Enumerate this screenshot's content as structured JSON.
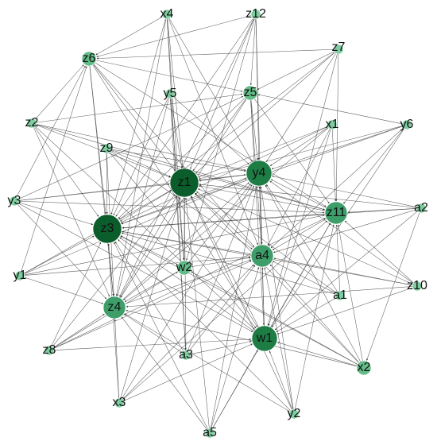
{
  "diagram": {
    "type": "directed-network",
    "nodes": [
      {
        "id": "x4",
        "label": "x4",
        "level": 1
      },
      {
        "id": "z12",
        "label": "z12",
        "level": 1
      },
      {
        "id": "z7",
        "label": "z7",
        "level": 1
      },
      {
        "id": "z6",
        "label": "z6",
        "level": 2
      },
      {
        "id": "y5",
        "label": "y5",
        "level": 1
      },
      {
        "id": "z5",
        "label": "z5",
        "level": 2
      },
      {
        "id": "z2",
        "label": "z2",
        "level": 1
      },
      {
        "id": "x1",
        "label": "x1",
        "level": 1
      },
      {
        "id": "y6",
        "label": "y6",
        "level": 1
      },
      {
        "id": "z9",
        "label": "z9",
        "level": 1
      },
      {
        "id": "z1",
        "label": "z1",
        "level": 5
      },
      {
        "id": "y4",
        "label": "y4",
        "level": 4
      },
      {
        "id": "y3",
        "label": "y3",
        "level": 1
      },
      {
        "id": "z11",
        "label": "z11",
        "level": 3
      },
      {
        "id": "a2",
        "label": "a2",
        "level": 1
      },
      {
        "id": "z3",
        "label": "z3",
        "level": 5
      },
      {
        "id": "a4",
        "label": "a4",
        "level": 3
      },
      {
        "id": "w2",
        "label": "w2",
        "level": 2
      },
      {
        "id": "y1",
        "label": "y1",
        "level": 1
      },
      {
        "id": "z10",
        "label": "z10",
        "level": 1
      },
      {
        "id": "a1",
        "label": "a1",
        "level": 1
      },
      {
        "id": "z4",
        "label": "z4",
        "level": 3
      },
      {
        "id": "w1",
        "label": "w1",
        "level": 4
      },
      {
        "id": "z8",
        "label": "z8",
        "level": 1
      },
      {
        "id": "a3",
        "label": "a3",
        "level": 1
      },
      {
        "id": "x2",
        "label": "x2",
        "level": 2
      },
      {
        "id": "x3",
        "label": "x3",
        "level": 1
      },
      {
        "id": "y2",
        "label": "y2",
        "level": 1
      },
      {
        "id": "a5",
        "label": "a5",
        "level": 1
      }
    ],
    "edges": [
      [
        "x4",
        "z1"
      ],
      [
        "x4",
        "z3"
      ],
      [
        "x4",
        "z4"
      ],
      [
        "x4",
        "w2"
      ],
      [
        "x4",
        "a4"
      ],
      [
        "x4",
        "y4"
      ],
      [
        "x4",
        "a3"
      ],
      [
        "x4",
        "z6"
      ],
      [
        "z12",
        "z1"
      ],
      [
        "z12",
        "z3"
      ],
      [
        "z12",
        "y4"
      ],
      [
        "z12",
        "z4"
      ],
      [
        "z12",
        "w2"
      ],
      [
        "z12",
        "z5"
      ],
      [
        "z12",
        "a4"
      ],
      [
        "z12",
        "z6"
      ],
      [
        "z7",
        "y4"
      ],
      [
        "z7",
        "z1"
      ],
      [
        "z7",
        "z11"
      ],
      [
        "z7",
        "w1"
      ],
      [
        "z7",
        "z3"
      ],
      [
        "z7",
        "z6"
      ],
      [
        "z7",
        "z5"
      ],
      [
        "z6",
        "z1"
      ],
      [
        "z6",
        "z3"
      ],
      [
        "z6",
        "z4"
      ],
      [
        "z6",
        "w1"
      ],
      [
        "z6",
        "a4"
      ],
      [
        "z6",
        "z5"
      ],
      [
        "z6",
        "z11"
      ],
      [
        "y5",
        "z1"
      ],
      [
        "y5",
        "z3"
      ],
      [
        "y5",
        "z4"
      ],
      [
        "y5",
        "w2"
      ],
      [
        "y5",
        "y4"
      ],
      [
        "y5",
        "a3"
      ],
      [
        "z5",
        "z1"
      ],
      [
        "z5",
        "z3"
      ],
      [
        "z5",
        "z4"
      ],
      [
        "z5",
        "y4"
      ],
      [
        "z5",
        "a4"
      ],
      [
        "z5",
        "w1"
      ],
      [
        "z5",
        "z11"
      ],
      [
        "z2",
        "z1"
      ],
      [
        "z2",
        "z3"
      ],
      [
        "z2",
        "z4"
      ],
      [
        "z2",
        "z5"
      ],
      [
        "z2",
        "y4"
      ],
      [
        "z2",
        "w1"
      ],
      [
        "z2",
        "z11"
      ],
      [
        "z2",
        "z6"
      ],
      [
        "x1",
        "z1"
      ],
      [
        "x1",
        "z3"
      ],
      [
        "x1",
        "y4"
      ],
      [
        "x1",
        "w1"
      ],
      [
        "x1",
        "a4"
      ],
      [
        "x1",
        "z11"
      ],
      [
        "x1",
        "z4"
      ],
      [
        "y6",
        "z1"
      ],
      [
        "y6",
        "y4"
      ],
      [
        "y6",
        "z11"
      ],
      [
        "y6",
        "a4"
      ],
      [
        "y6",
        "w1"
      ],
      [
        "y6",
        "z3"
      ],
      [
        "y6",
        "z5"
      ],
      [
        "z9",
        "z1"
      ],
      [
        "z9",
        "z3"
      ],
      [
        "z9",
        "y4"
      ],
      [
        "z9",
        "z11"
      ],
      [
        "z9",
        "w1"
      ],
      [
        "z9",
        "a4"
      ],
      [
        "z9",
        "z4"
      ],
      [
        "y3",
        "z1"
      ],
      [
        "y3",
        "z3"
      ],
      [
        "y3",
        "z4"
      ],
      [
        "y3",
        "y4"
      ],
      [
        "y3",
        "z11"
      ],
      [
        "y3",
        "w1"
      ],
      [
        "y3",
        "z6"
      ],
      [
        "y3",
        "z5"
      ],
      [
        "a2",
        "z1"
      ],
      [
        "a2",
        "y4"
      ],
      [
        "a2",
        "z11"
      ],
      [
        "a2",
        "a4"
      ],
      [
        "a2",
        "z3"
      ],
      [
        "a2",
        "w1"
      ],
      [
        "a2",
        "x2"
      ],
      [
        "y1",
        "z1"
      ],
      [
        "y1",
        "z3"
      ],
      [
        "y1",
        "z4"
      ],
      [
        "y1",
        "y4"
      ],
      [
        "y1",
        "a4"
      ],
      [
        "y1",
        "z6"
      ],
      [
        "y1",
        "z11"
      ],
      [
        "z10",
        "z1"
      ],
      [
        "z10",
        "z3"
      ],
      [
        "z10",
        "y4"
      ],
      [
        "z10",
        "a4"
      ],
      [
        "z10",
        "z11"
      ],
      [
        "z10",
        "w1"
      ],
      [
        "z10",
        "z4"
      ],
      [
        "a1",
        "z1"
      ],
      [
        "a1",
        "z3"
      ],
      [
        "a1",
        "y4"
      ],
      [
        "a1",
        "a4"
      ],
      [
        "a1",
        "z11"
      ],
      [
        "a1",
        "w1"
      ],
      [
        "z8",
        "z3"
      ],
      [
        "z8",
        "z4"
      ],
      [
        "z8",
        "w2"
      ],
      [
        "z8",
        "z1"
      ],
      [
        "z8",
        "a4"
      ],
      [
        "z8",
        "w1"
      ],
      [
        "z8",
        "z11"
      ],
      [
        "a3",
        "z1"
      ],
      [
        "a3",
        "z3"
      ],
      [
        "a3",
        "z4"
      ],
      [
        "a3",
        "w1"
      ],
      [
        "a3",
        "y4"
      ],
      [
        "a3",
        "a4"
      ],
      [
        "x2",
        "z1"
      ],
      [
        "x2",
        "z3"
      ],
      [
        "x2",
        "z4"
      ],
      [
        "x2",
        "w1"
      ],
      [
        "x2",
        "a4"
      ],
      [
        "x2",
        "z11"
      ],
      [
        "x2",
        "y4"
      ],
      [
        "x2",
        "w2"
      ],
      [
        "x3",
        "z3"
      ],
      [
        "x3",
        "z4"
      ],
      [
        "x3",
        "z1"
      ],
      [
        "x3",
        "w1"
      ],
      [
        "x3",
        "a4"
      ],
      [
        "x3",
        "z11"
      ],
      [
        "x3",
        "y4"
      ],
      [
        "y2",
        "z1"
      ],
      [
        "y2",
        "z3"
      ],
      [
        "y2",
        "z4"
      ],
      [
        "y2",
        "w1"
      ],
      [
        "y2",
        "a4"
      ],
      [
        "y2",
        "z11"
      ],
      [
        "y2",
        "y4"
      ],
      [
        "a5",
        "z3"
      ],
      [
        "a5",
        "z4"
      ],
      [
        "a5",
        "w1"
      ],
      [
        "a5",
        "z1"
      ],
      [
        "a5",
        "a4"
      ],
      [
        "a5",
        "z11"
      ],
      [
        "a5",
        "y4"
      ],
      [
        "w2",
        "z1"
      ],
      [
        "w2",
        "z3"
      ],
      [
        "w2",
        "a4"
      ],
      [
        "w2",
        "z4"
      ],
      [
        "w2",
        "y4"
      ],
      [
        "z11",
        "z1"
      ],
      [
        "z11",
        "z3"
      ],
      [
        "z11",
        "y4"
      ],
      [
        "z11",
        "a4"
      ],
      [
        "a4",
        "z1"
      ],
      [
        "a4",
        "z3"
      ],
      [
        "a4",
        "y4"
      ],
      [
        "w1",
        "z1"
      ],
      [
        "w1",
        "z3"
      ],
      [
        "w1",
        "a4"
      ],
      [
        "w1",
        "y4"
      ],
      [
        "w1",
        "z11"
      ],
      [
        "z4",
        "z1"
      ],
      [
        "z4",
        "z3"
      ],
      [
        "z4",
        "y4"
      ],
      [
        "z4",
        "a4"
      ],
      [
        "y4",
        "z1"
      ],
      [
        "y4",
        "z3"
      ],
      [
        "z1",
        "z3"
      ]
    ],
    "colors": {
      "level_1": "#7ecda0",
      "level_2": "#62bc87",
      "level_3": "#3d9e6a",
      "level_4": "#1d7d45",
      "level_5": "#0b5e2c",
      "edge": "#4d4d4d",
      "label": "#111111"
    }
  }
}
